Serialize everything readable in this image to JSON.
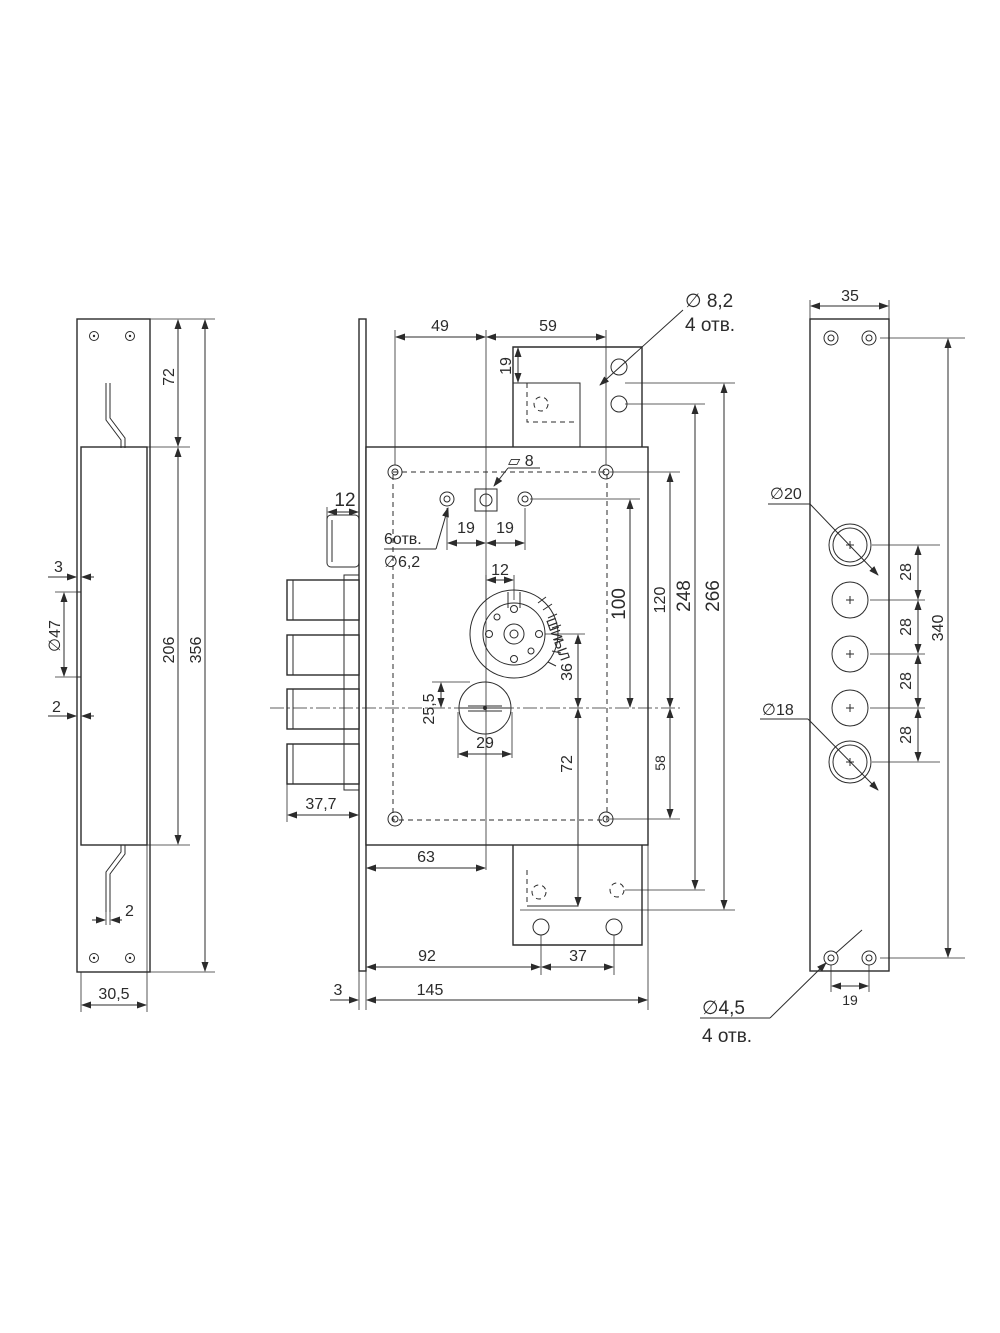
{
  "left_view": {
    "dim_top": "72",
    "dim_body": "206",
    "dim_total": "356",
    "dim_offset_top": "3",
    "dim_diameter": "∅47",
    "dim_offset_bottom": "2",
    "dim_bottom_small": "2",
    "dim_width": "30,5"
  },
  "front_view": {
    "dim_49": "49",
    "dim_59": "59",
    "dim_19_top": "19",
    "hole_diameter": "∅ 8,2",
    "hole_count": "4 отв.",
    "dim_12_top": "12",
    "square": "▱ 8",
    "dim_19_a": "19",
    "dim_19_b": "19",
    "holes_count": "6отв.",
    "holes_diameter": "∅6,2",
    "dim_12_mid": "12",
    "dim_100": "100",
    "dim_120": "120",
    "dim_248": "248",
    "dim_266": "266",
    "dim_36": "36",
    "dim_25_5": "25,5",
    "dim_29": "29",
    "dim_72": "72",
    "dim_58": "58",
    "dim_37_7": "37,7",
    "dim_63": "63",
    "dim_92": "92",
    "dim_37": "37",
    "dim_3": "3",
    "dim_145": "145",
    "gear_marking": "ШИЫЛ"
  },
  "right_view": {
    "dim_35": "35",
    "diameter_20": "∅20",
    "diameter_18": "∅18",
    "pitch": [
      "28",
      "28",
      "28",
      "28"
    ],
    "dim_340": "340",
    "dim_19": "19",
    "hole_diameter": "∅4,5",
    "hole_count": "4 отв."
  }
}
